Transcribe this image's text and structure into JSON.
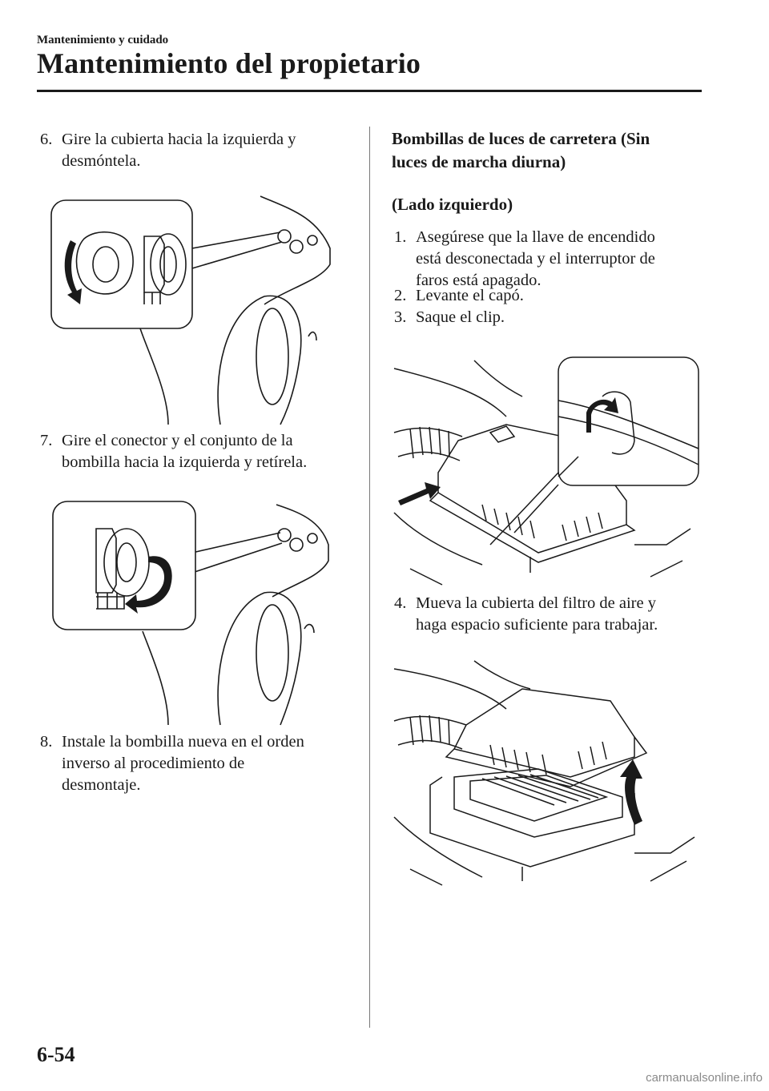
{
  "header": {
    "section": "Mantenimiento y cuidado",
    "title": "Mantenimiento del propietario"
  },
  "left_column": {
    "steps": [
      {
        "number": "6.",
        "text": "Gire la cubierta hacia la izquierda y desmóntela."
      },
      {
        "number": "7.",
        "text": "Gire el conector y el conjunto de la bombilla hacia la izquierda y retírela."
      },
      {
        "number": "8.",
        "text": "Instale la bombilla nueva en el orden inverso al procedimiento de desmontaje."
      }
    ]
  },
  "right_column": {
    "heading": "Bombillas de luces de carretera (Sin luces de marcha diurna)",
    "subheading": "(Lado izquierdo)",
    "steps": [
      {
        "number": "1.",
        "text": "Asegúrese que la llave de encendido está desconectada y el interruptor de faros está apagado."
      },
      {
        "number": "2.",
        "text": "Levante el capó."
      },
      {
        "number": "3.",
        "text": "Saque el clip."
      },
      {
        "number": "4.",
        "text": "Mueva la cubierta del filtro de aire y haga espacio suficiente para trabajar."
      }
    ]
  },
  "footer": {
    "page_number": "6-54",
    "watermark": "carmanualsonline.info"
  },
  "illustrations": [
    {
      "name": "cover-removal-illustration",
      "icon": "counterclockwise-arrow-icon"
    },
    {
      "name": "bulb-removal-illustration",
      "icon": "counterclockwise-arrow-icon"
    },
    {
      "name": "clip-removal-illustration",
      "icon": "curved-arrow-icon"
    },
    {
      "name": "air-filter-cover-illustration",
      "icon": "up-arrow-icon"
    }
  ]
}
